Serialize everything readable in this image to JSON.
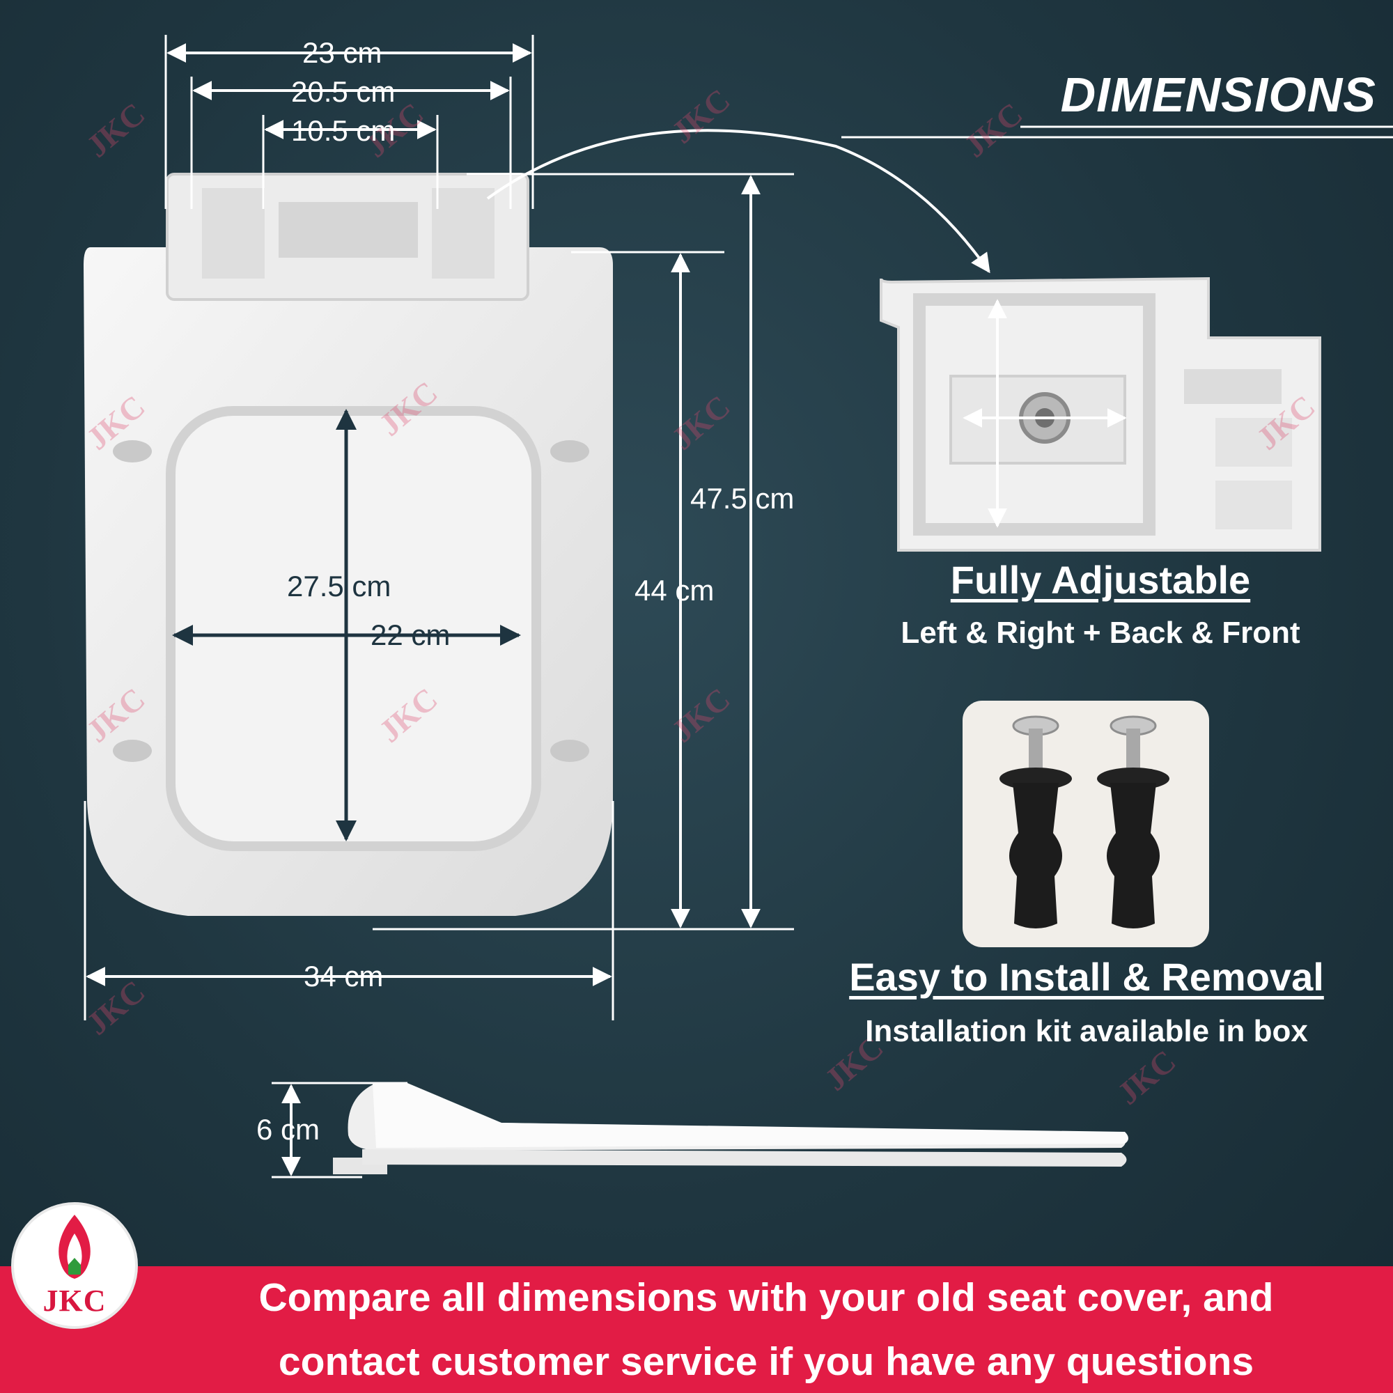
{
  "title": "DIMENSIONS",
  "dimensions": {
    "hinge_outer": "23 cm",
    "hinge_mid": "20.5 cm",
    "hinge_inner": "10.5 cm",
    "total_length": "47.5 cm",
    "seat_length": "44 cm",
    "opening_length": "27.5 cm",
    "opening_width": "22 cm",
    "seat_width": "34 cm",
    "thickness": "6 cm"
  },
  "features": {
    "adjustable_heading": "Fully Adjustable",
    "adjustable_sub": "Left & Right + Back & Front",
    "install_heading": "Easy to Install & Removal",
    "install_sub": "Installation kit available in box"
  },
  "banner": {
    "line1": "Compare all dimensions with your old seat cover, and",
    "line2": "contact customer service if you have any questions"
  },
  "brand": {
    "logo_text": "JKC",
    "watermark": "JKC",
    "accent_color": "#e21c45"
  }
}
